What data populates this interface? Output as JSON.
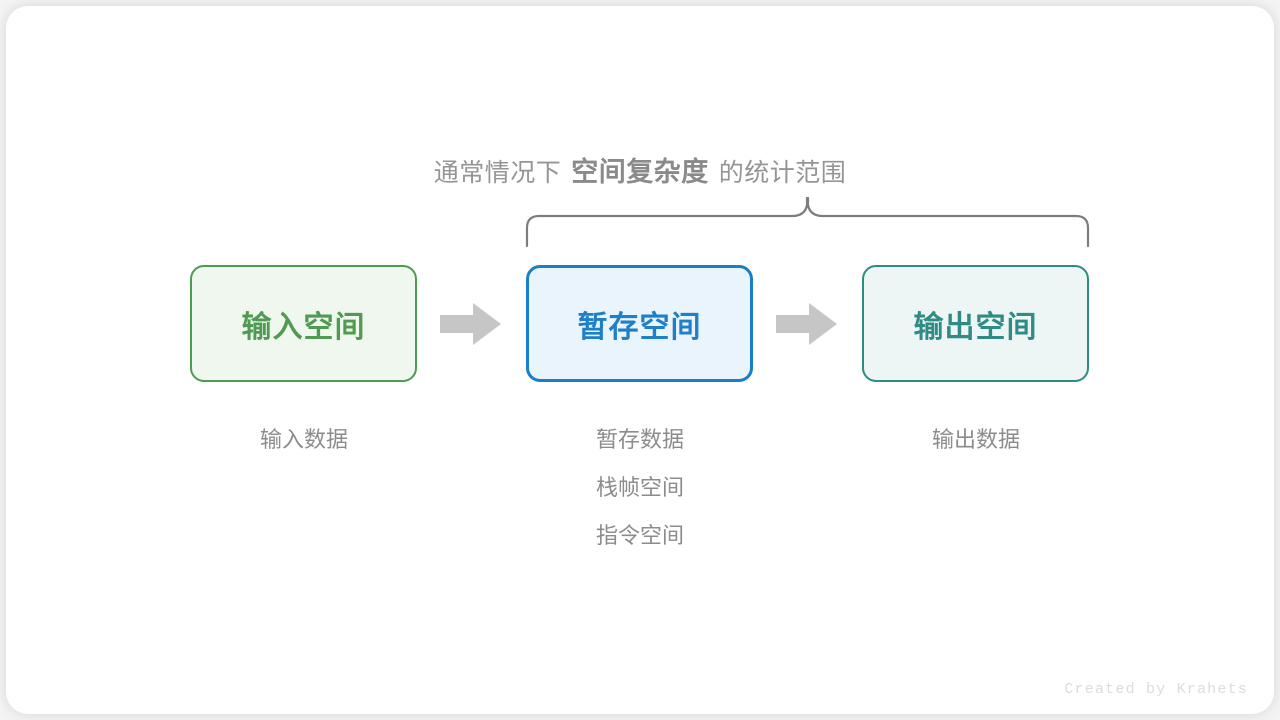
{
  "caption": {
    "prefix": "通常情况下",
    "emphasis": "空间复杂度",
    "suffix": "的统计范围"
  },
  "boxes": [
    {
      "label": "输入空间",
      "color": "#4f9b51",
      "fill": "#f0f7ef"
    },
    {
      "label": "暂存空间",
      "color": "#1f80c8",
      "fill": "#e9f4fc"
    },
    {
      "label": "输出空间",
      "color": "#2f8b85",
      "fill": "#edf6f4"
    }
  ],
  "arrows": [
    {
      "name": "arrow-input-to-temp",
      "color": "#c6c6c6"
    },
    {
      "name": "arrow-temp-to-output",
      "color": "#c6c6c6"
    }
  ],
  "subcaptions": {
    "input": [
      "输入数据"
    ],
    "temp": [
      "暂存数据",
      "栈帧空间",
      "指令空间"
    ],
    "output": [
      "输出数据"
    ]
  },
  "brace": {
    "color": "#7d7d7d"
  },
  "watermark": "Created by Krahets"
}
